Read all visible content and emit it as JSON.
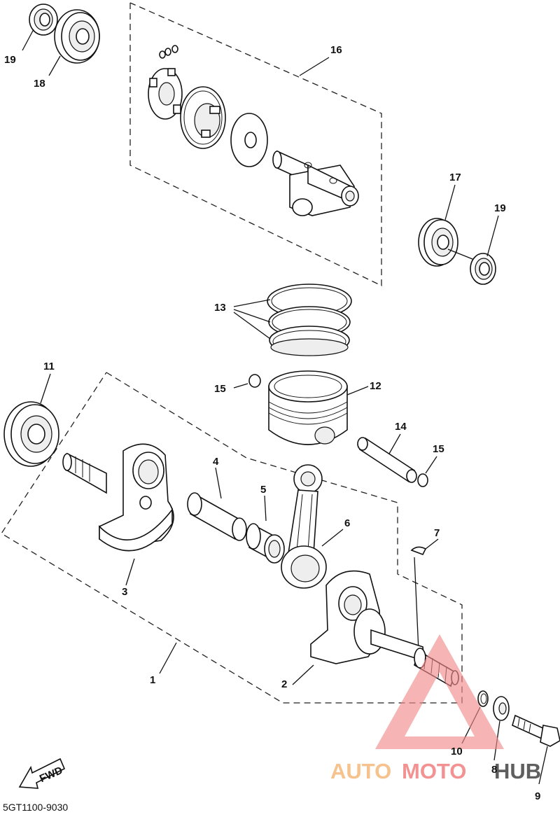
{
  "diagram": {
    "callouts": [
      {
        "id": "c19a",
        "text": "19"
      },
      {
        "id": "c18",
        "text": "18"
      },
      {
        "id": "c16",
        "text": "16"
      },
      {
        "id": "c17",
        "text": "17"
      },
      {
        "id": "c19b",
        "text": "19"
      },
      {
        "id": "c13",
        "text": "13"
      },
      {
        "id": "c11",
        "text": "11"
      },
      {
        "id": "c15a",
        "text": "15"
      },
      {
        "id": "c12",
        "text": "12"
      },
      {
        "id": "c14",
        "text": "14"
      },
      {
        "id": "c15b",
        "text": "15"
      },
      {
        "id": "c4",
        "text": "4"
      },
      {
        "id": "c5",
        "text": "5"
      },
      {
        "id": "c6",
        "text": "6"
      },
      {
        "id": "c7",
        "text": "7"
      },
      {
        "id": "c3",
        "text": "3"
      },
      {
        "id": "c1",
        "text": "1"
      },
      {
        "id": "c2",
        "text": "2"
      },
      {
        "id": "c10",
        "text": "10"
      },
      {
        "id": "c8",
        "text": "8"
      },
      {
        "id": "c9",
        "text": "9"
      }
    ],
    "fwd_label": "FWD",
    "drawing_code": "5GT1100-9030",
    "watermark": {
      "text_a": "AUTO",
      "text_b": "MOTO",
      "text_c": "HUB",
      "color_a": "#f5b87a",
      "color_b": "#f08080",
      "color_c": "#444444",
      "triangle_color": "#f28a8a"
    }
  }
}
